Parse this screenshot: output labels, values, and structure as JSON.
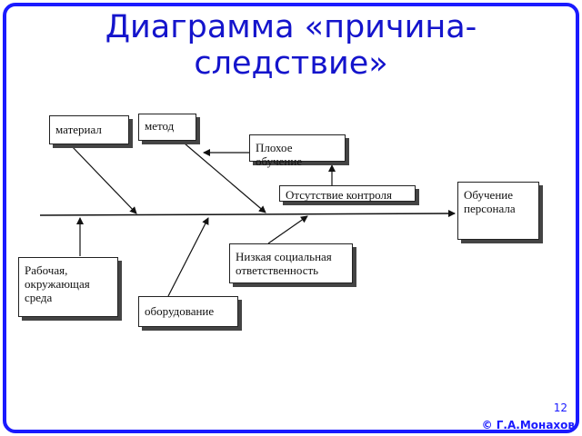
{
  "slide": {
    "title": "Диаграмма «причина-следствие»",
    "page_number": "12",
    "copyright": "© Г.А.Монахов"
  },
  "diagram": {
    "effect": "Обучение персонала",
    "causes": {
      "material": "материал",
      "method": "метод",
      "bad_training": "Плохое обучение",
      "no_control": "Отсутствие контроля",
      "low_responsibility": "Низкая социальная ответственность",
      "work_environment": "Рабочая, окружающая среда",
      "equipment": "оборудование"
    }
  },
  "colors": {
    "frame": "#1a1aff",
    "title": "#1414cc",
    "lines": "#111111"
  }
}
